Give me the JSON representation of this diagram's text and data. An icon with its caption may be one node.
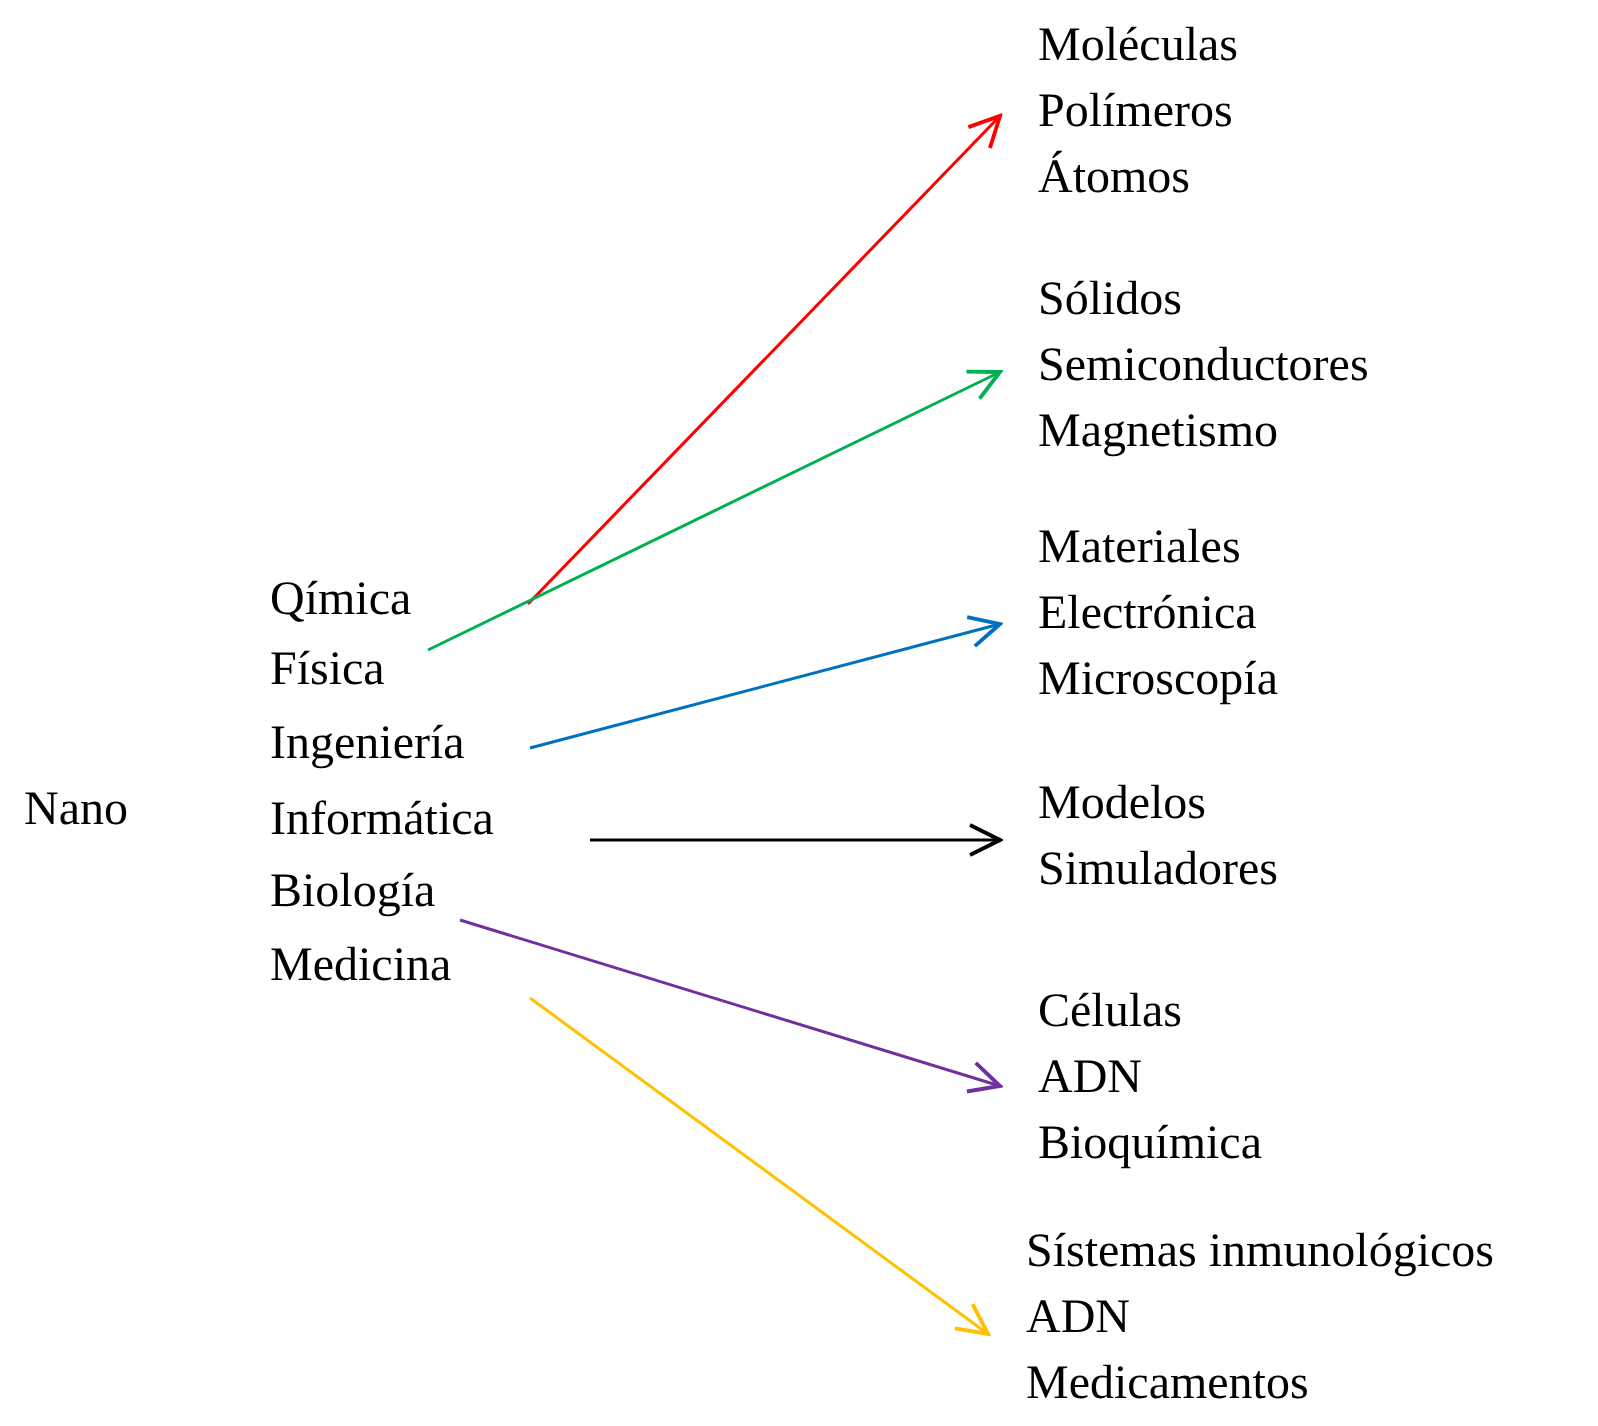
{
  "diagram": {
    "nodes": [
      {
        "text": [
          "Qímica"
        ]
      },
      {
        "text": [
          "Física"
        ]
      },
      {
        "text": [
          "Ingeniería"
        ]
      },
      {
        "text": [
          "Informática"
        ]
      },
      {
        "text": [
          "Biología"
        ]
      },
      {
        "text": [
          "Medicina"
        ]
      },
      {
        "text": [
          "Moléculas",
          "Polímeros",
          "Átomos"
        ]
      },
      {
        "text": [
          "Sólidos",
          "Semiconductores",
          "Magnetismo"
        ]
      },
      {
        "text": [
          "Materiales",
          "Electrónica",
          "Microscopía"
        ]
      },
      {
        "text": [
          "Modelos",
          "Simuladores"
        ]
      },
      {
        "text": [
          "Células",
          "ADN",
          "Bioquímica"
        ]
      },
      {
        "text": [
          "Sístemas inmunológicos",
          "ADN",
          "Medicamentos"
        ]
      }
    ],
    "edges": [
      {
        "from": 0,
        "to": 6,
        "arrow": "to",
        "color": "#ff0000"
      },
      {
        "from": 1,
        "to": 7,
        "arrow": "to",
        "color": "#00b050"
      },
      {
        "from": 2,
        "to": 8,
        "arrow": "to",
        "color": "#0070c0"
      },
      {
        "from": 3,
        "to": 9,
        "arrow": "to",
        "color": "#000000"
      },
      {
        "from": 4,
        "to": 10,
        "arrow": "to",
        "color": "#7030a0"
      },
      {
        "from": 5,
        "to": 11,
        "arrow": "to",
        "color": "#ffc000"
      }
    ],
    "labels": [
      "Nano"
    ]
  }
}
